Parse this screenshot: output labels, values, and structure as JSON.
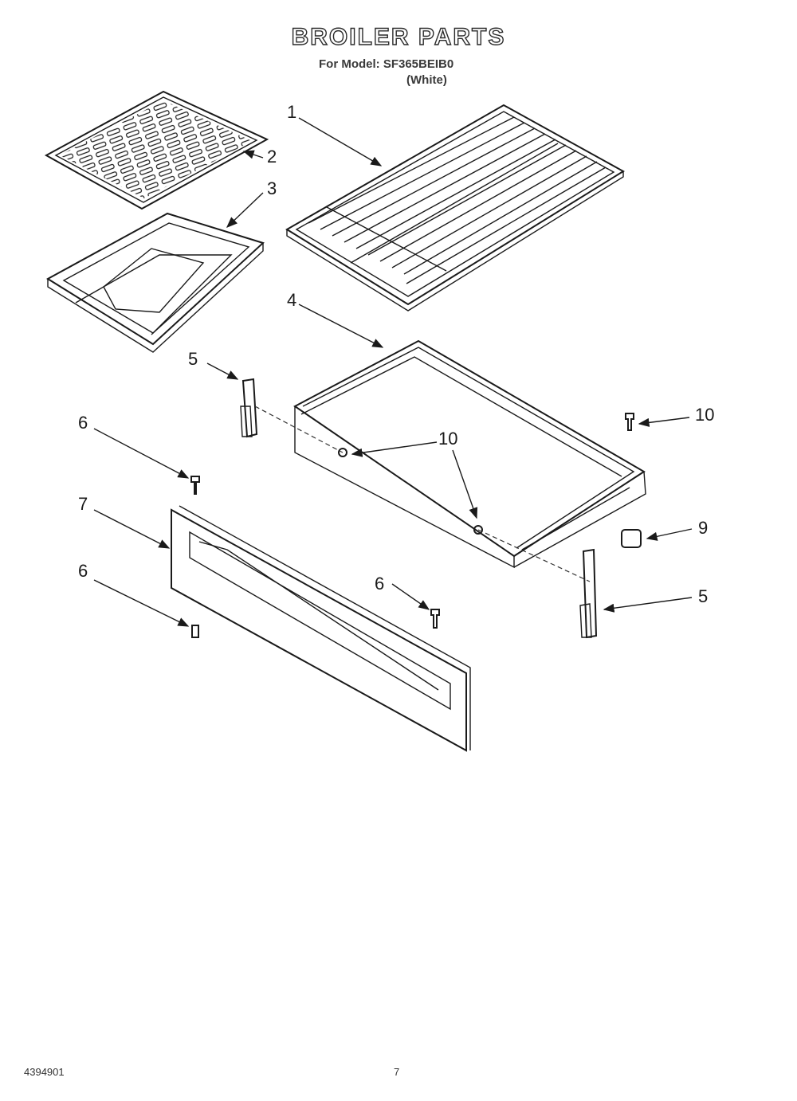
{
  "header": {
    "title": "BROILER PARTS",
    "subtitle": "For Model: SF365BEIB0",
    "color": "(White)"
  },
  "callouts": [
    "1",
    "2",
    "3",
    "4",
    "5",
    "5",
    "6",
    "6",
    "6",
    "7",
    "9",
    "10",
    "10"
  ],
  "footer": {
    "part_number": "4394901",
    "page": "7"
  }
}
